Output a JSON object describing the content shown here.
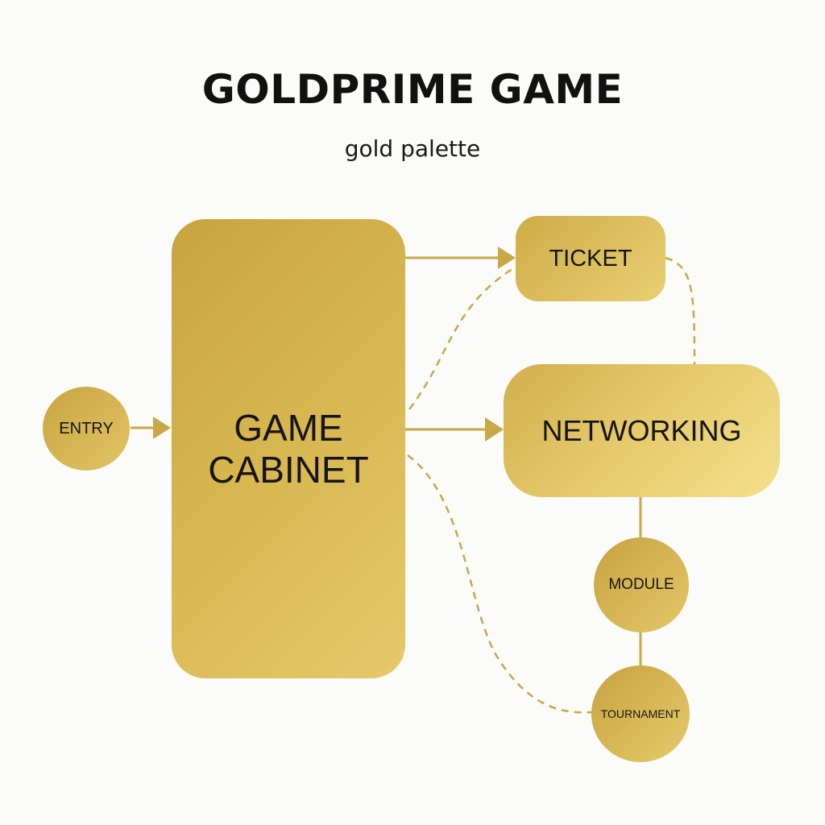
{
  "diagram": {
    "title": "GOLDPRIME GAME",
    "subtitle": "gold palette",
    "nodes": {
      "entry": "ENTRY",
      "cabinet_line1": "GAME",
      "cabinet_line2": "CABINET",
      "ticket": "TICKET",
      "networking": "NETWORKING",
      "module": "MODULE",
      "tournament": "TOURNAMENT"
    },
    "edges": [
      {
        "from": "ENTRY",
        "to": "GAME CABINET",
        "style": "solid-arrow"
      },
      {
        "from": "GAME CABINET",
        "to": "TICKET",
        "style": "solid-arrow"
      },
      {
        "from": "GAME CABINET",
        "to": "TICKET",
        "style": "dashed"
      },
      {
        "from": "GAME CABINET",
        "to": "NETWORKING",
        "style": "solid-arrow"
      },
      {
        "from": "TICKET",
        "to": "NETWORKING",
        "style": "dashed"
      },
      {
        "from": "NETWORKING",
        "to": "MODULE",
        "style": "solid"
      },
      {
        "from": "MODULE",
        "to": "TOURNAMENT",
        "style": "solid"
      },
      {
        "from": "GAME CABINET",
        "to": "TOURNAMENT",
        "style": "dashed"
      }
    ],
    "colors": {
      "gold_dark": "#c8a43e",
      "gold_light": "#f4e08c",
      "connector": "#c9a847",
      "text": "#151515",
      "background": "#fbfbf9"
    }
  }
}
